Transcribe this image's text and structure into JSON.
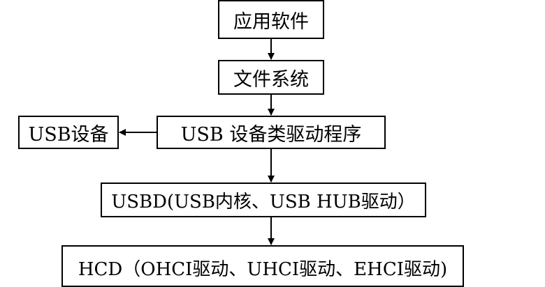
{
  "diagram": {
    "nodes": {
      "app": "应用软件",
      "filesystem": "文件系统",
      "class_driver": "USB 设备类驱动程序",
      "usb_device": "USB设备",
      "usbd": "USBD(USB内核、USB HUB驱动）",
      "hcd": "HCD（OHCI驱动、UHCI驱动、EHCI驱动)"
    },
    "edges": [
      {
        "from": "app",
        "to": "filesystem"
      },
      {
        "from": "filesystem",
        "to": "class_driver"
      },
      {
        "from": "class_driver",
        "to": "usb_device"
      },
      {
        "from": "class_driver",
        "to": "usbd"
      },
      {
        "from": "usbd",
        "to": "hcd"
      }
    ],
    "colors": {
      "line": "#000000",
      "background": "#ffffff"
    }
  }
}
